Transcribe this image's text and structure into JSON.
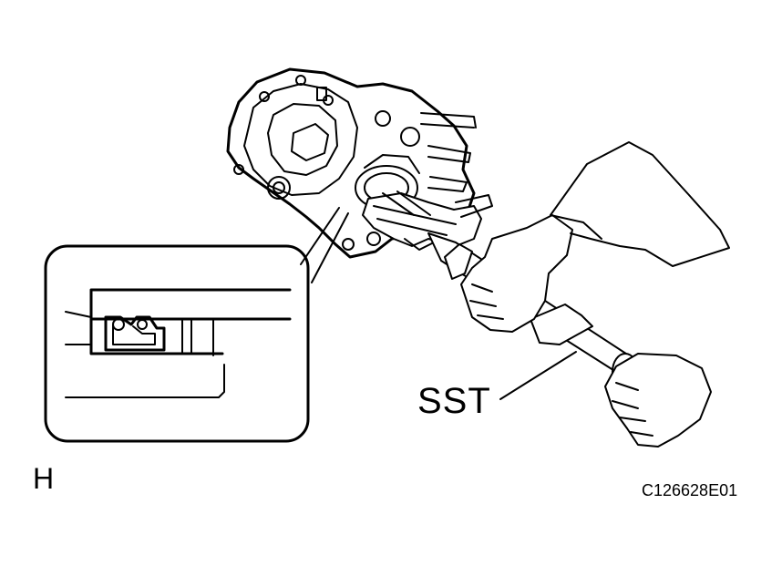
{
  "labels": {
    "tool": "SST",
    "section": "H",
    "figure_code": "C126628E01"
  }
}
